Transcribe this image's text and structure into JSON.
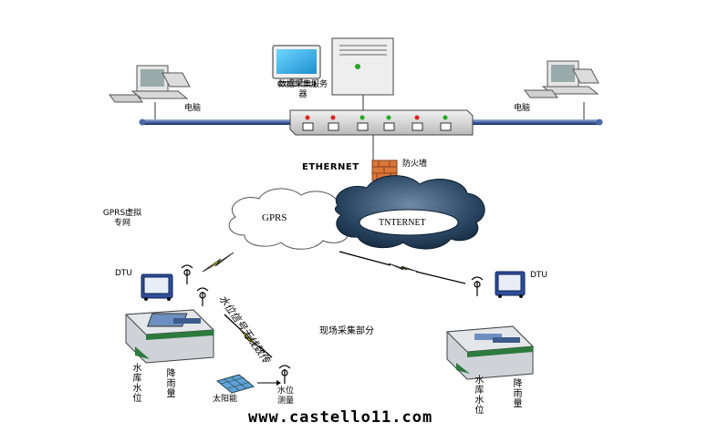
{
  "labels": {
    "pc_left": "电脑",
    "pc_right": "电脑",
    "server": "数据采集服务器",
    "ethernet": "ETHERNET",
    "firewall": "防火墙",
    "gprs_vpn": "GPRS虚拟专网",
    "gprs": "GPRS",
    "internet": "TNTERNET",
    "dtu_left": "DTU",
    "dtu_right": "DTU",
    "wireless": "水位信号无线数传",
    "field": "现场采集部分",
    "reservoir_left": "水库水位",
    "rain_left": "降雨量",
    "solar": "太阳能",
    "water_gauge": "水位测量",
    "reservoir_right": "水库水位",
    "rain_right": "降雨量"
  },
  "watermark": "www.castello11.com",
  "colors": {
    "bus": "#1a2a5c",
    "cloud_dark": "#1e3550",
    "firewall": "#d9773a",
    "port_red": "#d22",
    "port_green": "#2a2"
  }
}
